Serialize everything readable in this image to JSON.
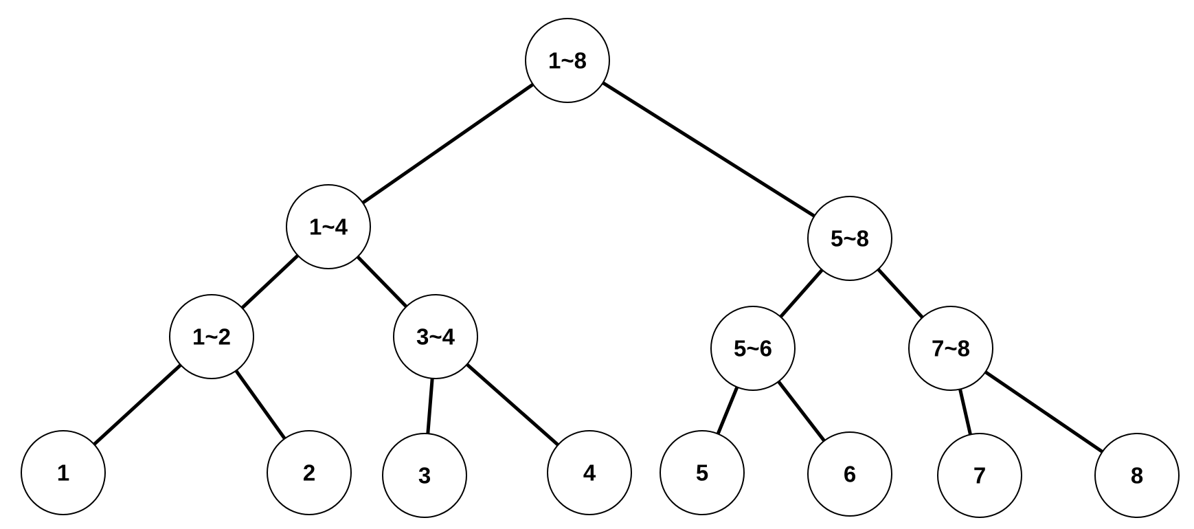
{
  "tree": {
    "root": {
      "id": "n-1-8",
      "label": "1~8",
      "children": [
        {
          "id": "n-1-4",
          "label": "1~4",
          "children": [
            {
              "id": "n-1-2",
              "label": "1~2",
              "children": [
                {
                  "id": "n-1",
                  "label": "1",
                  "children": []
                },
                {
                  "id": "n-2",
                  "label": "2",
                  "children": []
                }
              ]
            },
            {
              "id": "n-3-4",
              "label": "3~4",
              "children": [
                {
                  "id": "n-3",
                  "label": "3",
                  "children": []
                },
                {
                  "id": "n-4",
                  "label": "4",
                  "children": []
                }
              ]
            }
          ]
        },
        {
          "id": "n-5-8",
          "label": "5~8",
          "children": [
            {
              "id": "n-5-6",
              "label": "5~6",
              "children": [
                {
                  "id": "n-5",
                  "label": "5",
                  "children": []
                },
                {
                  "id": "n-6",
                  "label": "6",
                  "children": []
                }
              ]
            },
            {
              "id": "n-7-8",
              "label": "7~8",
              "children": [
                {
                  "id": "n-7",
                  "label": "7",
                  "children": []
                },
                {
                  "id": "n-8",
                  "label": "8",
                  "children": []
                }
              ]
            }
          ]
        }
      ]
    }
  },
  "colors": {
    "stroke": "#000000",
    "fill": "#ffffff",
    "text": "#000000"
  }
}
